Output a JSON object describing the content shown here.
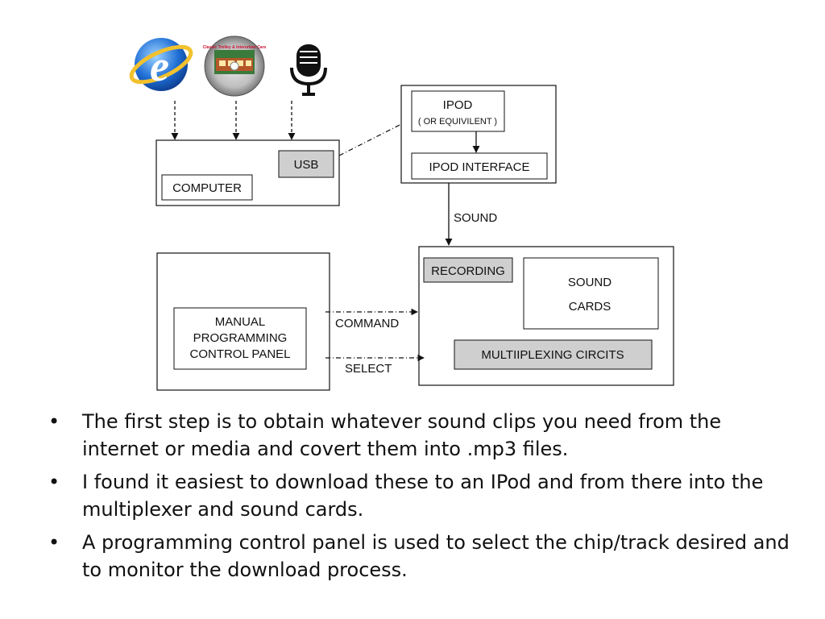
{
  "diagram": {
    "computer_label": "COMPUTER",
    "usb_label": "USB",
    "ipod_label": "IPOD",
    "ipod_sub_label": "( OR EQUIVILENT )",
    "ipod_interface_label": "IPOD  INTERFACE",
    "sound_arrow_label": "SOUND",
    "recording_label": "RECORDING",
    "sound_cards_line1": "SOUND",
    "sound_cards_line2": "CARDS",
    "multiplexing_label": "MULTIIPLEXING CIRCITS",
    "manual_line1": "MANUAL",
    "manual_line2": "PROGRAMMING",
    "manual_line3": "CONTROL PANEL",
    "command_label": "COMMAND",
    "select_label": "SELECT",
    "cd_label_text": "Classic Trolley & Interurban Cars",
    "icons": {
      "browser": "internet-explorer-icon",
      "disc": "cd-disc-icon",
      "mic": "microphone-icon"
    },
    "colors": {
      "gray_box": "#cfcfcf",
      "ie_blue": "#1f6fd6",
      "ie_yellow": "#f2c12e"
    }
  },
  "bullets": [
    {
      "marker": "•",
      "text": "The first step is to obtain whatever sound clips you need from the internet or media and covert them into .mp3 files."
    },
    {
      "marker": "•",
      "text": "I found it easiest to download these to an IPod and from there into the multiplexer and sound cards."
    },
    {
      "marker": "•",
      "text": "A programming control panel is used to select the chip/track desired and to monitor the download process."
    }
  ]
}
